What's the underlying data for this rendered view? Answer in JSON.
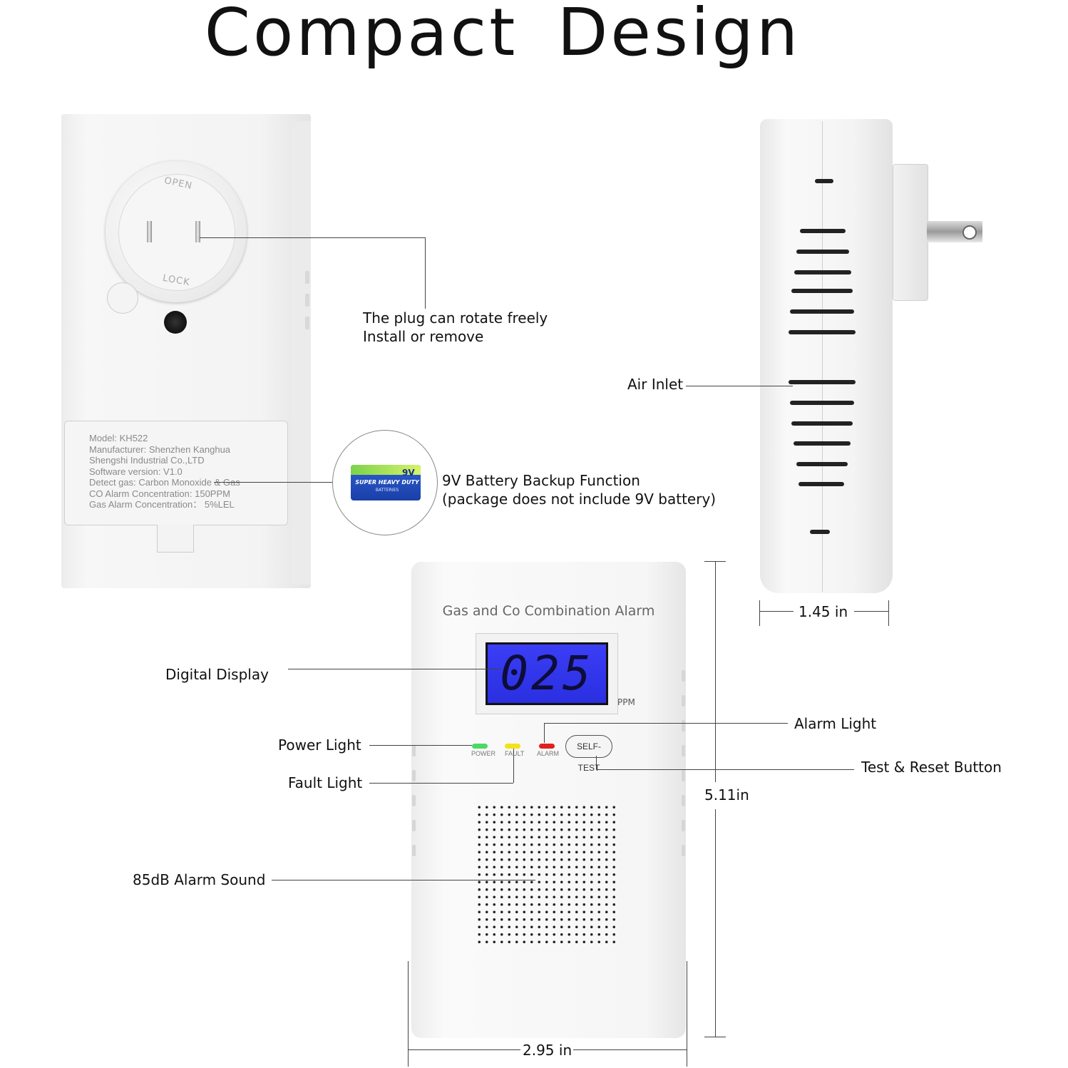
{
  "title": "Compact Design",
  "back_view": {
    "ring_open": "OPEN",
    "ring_lock": "LOCK",
    "label_lines": [
      "Model: KH522",
      "Manufacturer: Shenzhen Kanghua",
      "Shengshi Industrial Co.,LTD",
      "Software version: V1.0",
      "Detect gas: Carbon Monoxide & Gas",
      "CO Alarm Concentration: 150PPM",
      "Gas Alarm Concentration： 5%LEL"
    ]
  },
  "battery": {
    "brand": "SUPER HEAVY DUTY",
    "sub": "BATTERIES",
    "voltage": "9V"
  },
  "callouts": {
    "plug_line1": "The plug can rotate freely",
    "plug_line2": "Install or remove",
    "battery_line1": "9V Battery Backup Function",
    "battery_line2": "(package does not include 9V battery)",
    "air_inlet": "Air Inlet",
    "digital_display": "Digital Display",
    "power_light": "Power Light",
    "fault_light": "Fault Light",
    "alarm_sound": "85dB Alarm Sound",
    "alarm_light": "Alarm Light",
    "test_reset": "Test & Reset Button"
  },
  "dimensions": {
    "depth": "1.45 in",
    "height": "5.11in",
    "width": "2.95 in"
  },
  "front_view": {
    "product_name": "Gas and Co Combination Alarm",
    "display_value": "025",
    "display_unit": "PPM",
    "led_power": "POWER",
    "led_fault": "FAULT",
    "led_alarm": "ALARM",
    "self_test": "SELF-TEST"
  },
  "colors": {
    "lcd_blue": "#2f34e8",
    "led_power": "#4cd964",
    "led_fault": "#f2e21a",
    "led_alarm": "#e02020"
  }
}
